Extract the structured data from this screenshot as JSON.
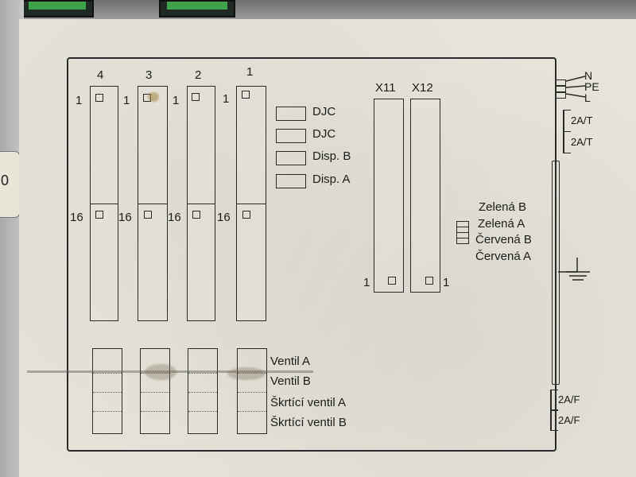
{
  "slot_numbers": [
    "4",
    "3",
    "2",
    "1"
  ],
  "pin_top": "1",
  "pin_mid": "16",
  "indicators": [
    "DJC",
    "DJC",
    "Disp. B",
    "Disp. A"
  ],
  "x_connectors": [
    "X11",
    "X12"
  ],
  "x_pin": "1",
  "led_labels": [
    "Zelená B",
    "Zelená A",
    "Červená B",
    "Červená A"
  ],
  "power_labels": [
    "N",
    "PE",
    "L"
  ],
  "fuses_top": [
    "2A/T",
    "2A/T"
  ],
  "fuses_bottom": [
    "2A/F",
    "2A/F"
  ],
  "valve_labels": [
    "Ventil A",
    "Ventil B",
    "Škrtící ventil A",
    "Škrtící ventil B"
  ],
  "side_tab_text": "0",
  "colors": {
    "label": "#e6e3d9",
    "ink": "#1b1b1b",
    "connector_green": "#3fa34d"
  }
}
